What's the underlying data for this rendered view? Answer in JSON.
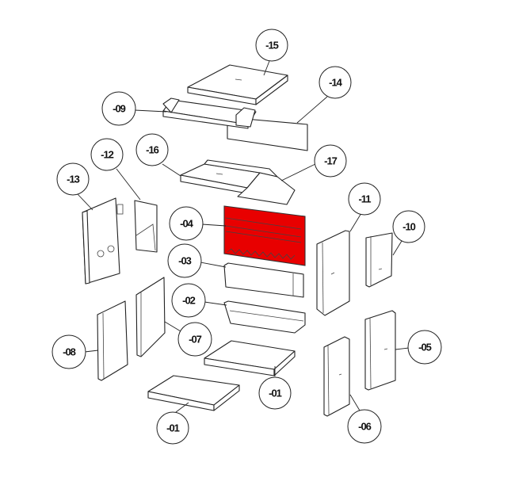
{
  "diagram": {
    "highlight_color": "#e80000",
    "highlighted_part": "-04",
    "callouts": [
      {
        "label": "-15"
      },
      {
        "label": "-14"
      },
      {
        "label": "-09"
      },
      {
        "label": "-12"
      },
      {
        "label": "-16"
      },
      {
        "label": "-17"
      },
      {
        "label": "-13"
      },
      {
        "label": "-04"
      },
      {
        "label": "-11"
      },
      {
        "label": "-10"
      },
      {
        "label": "-03"
      },
      {
        "label": "-02"
      },
      {
        "label": "-08"
      },
      {
        "label": "-07"
      },
      {
        "label": "-05"
      },
      {
        "label": "-01"
      },
      {
        "label": "-01"
      },
      {
        "label": "-06"
      }
    ]
  }
}
